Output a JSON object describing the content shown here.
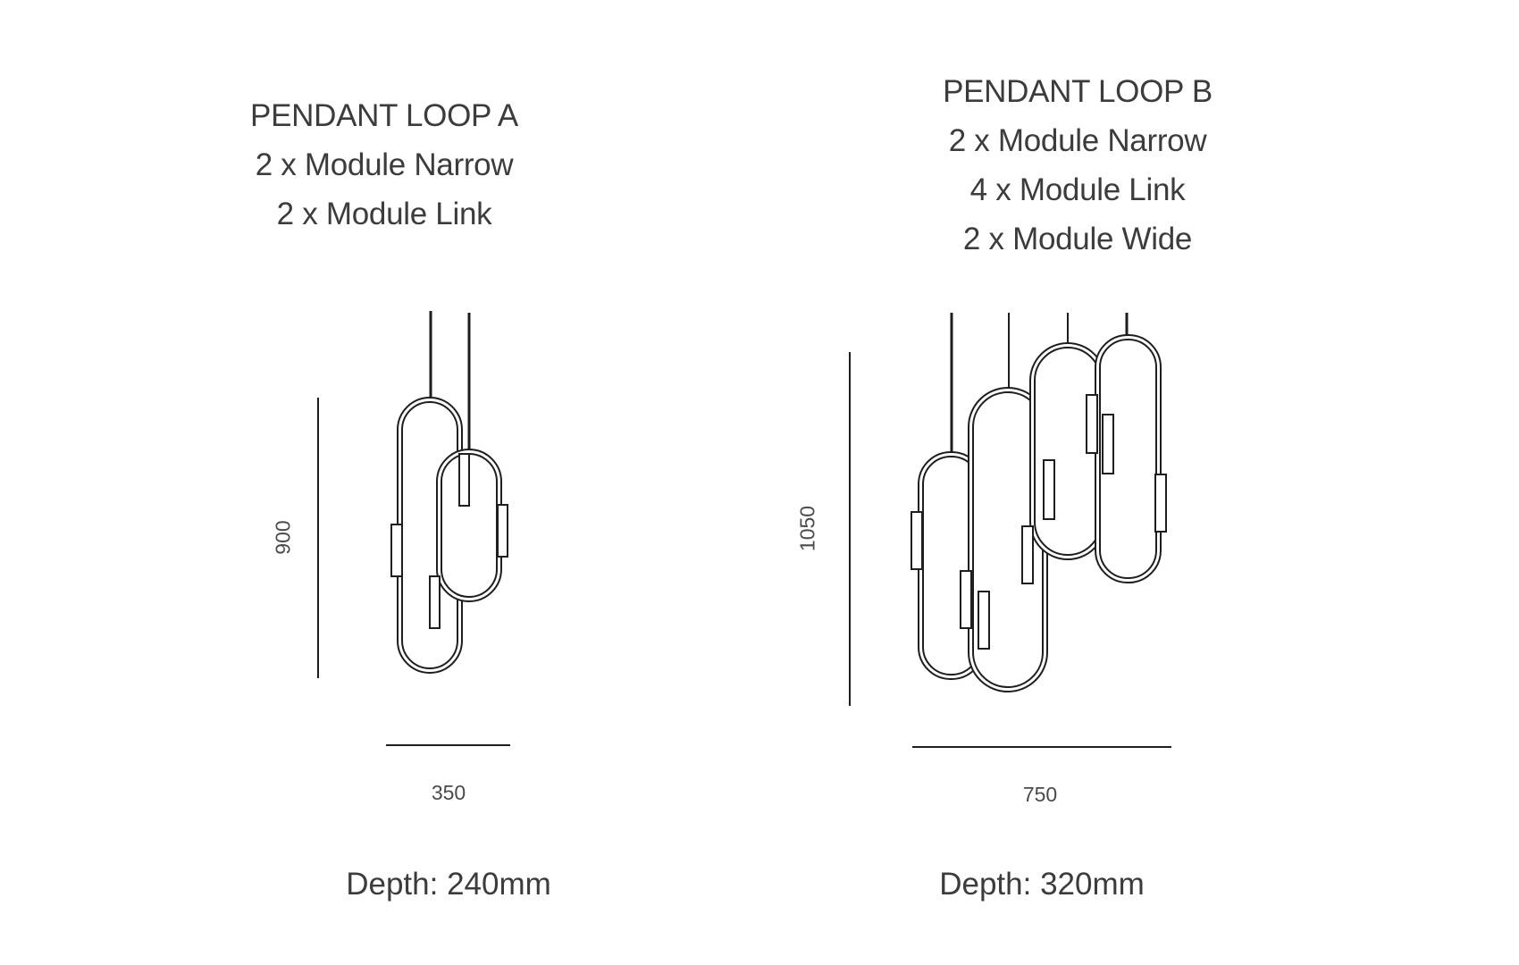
{
  "pendant_a": {
    "title": "PENDANT LOOP A",
    "lines": [
      "2 x Module Narrow",
      "2 x Module Link"
    ],
    "height": "900",
    "width": "350",
    "depth": "Depth: 240mm"
  },
  "pendant_b": {
    "title": "PENDANT LOOP B",
    "lines": [
      "2 x Module Narrow",
      "4 x Module Link",
      "2 x Module Wide"
    ],
    "height": "1050",
    "width": "750",
    "depth": "Depth: 320mm"
  },
  "colors": {
    "line": "#1e1e1e",
    "text": "#3c3c3c"
  }
}
